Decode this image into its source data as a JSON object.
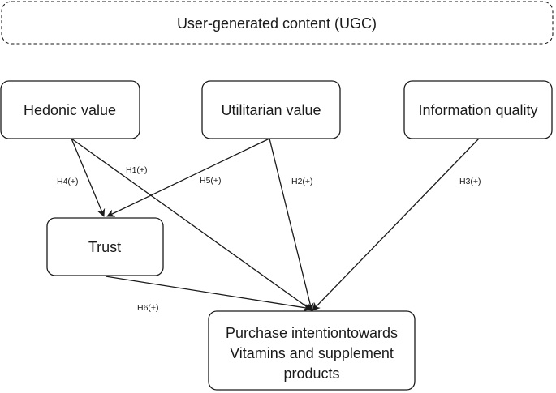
{
  "header": {
    "label": "User-generated content (UGC)"
  },
  "nodes": {
    "hedonic": {
      "label": "Hedonic value"
    },
    "utilitarian": {
      "label": "Utilitarian value"
    },
    "information": {
      "label": "Information quality"
    },
    "trust": {
      "label": "Trust"
    },
    "purchase": {
      "lines": [
        "Purchase intentiontowards",
        "Vitamins and supplement",
        "products"
      ]
    }
  },
  "edges": {
    "h1": {
      "label": "H1(+)"
    },
    "h2": {
      "label": "H2(+)"
    },
    "h3": {
      "label": "H3(+)"
    },
    "h4": {
      "label": "H4(+)"
    },
    "h5": {
      "label": "H5(+)"
    },
    "h6": {
      "label": "H6(+)"
    }
  },
  "colors": {
    "stroke": "#1a1a1a",
    "background": "#ffffff"
  }
}
